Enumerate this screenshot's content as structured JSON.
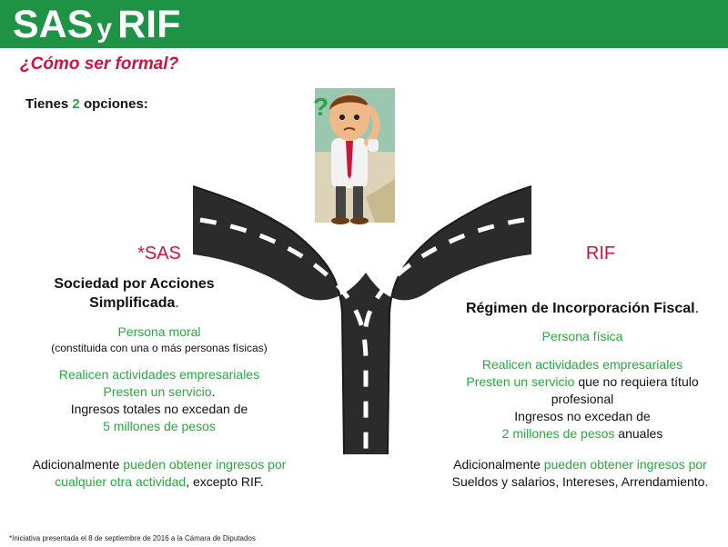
{
  "header": {
    "title_main": "SAS",
    "title_connector": "y",
    "title_end": "RIF",
    "subtitle": "¿Cómo ser formal?"
  },
  "intro": {
    "prefix": "Tienes",
    "number": "2",
    "suffix": "opciones:"
  },
  "left": {
    "heading": "*SAS",
    "name_line1": "Sociedad por Acciones",
    "name_line2": "Simplificada",
    "name_period": ".",
    "type": "Persona moral",
    "type_note": "(constituida con una o más personas físicas)",
    "req1": "Realicen actividades empresariales",
    "req2": "Presten un servicio",
    "req2_period": ".",
    "req3": "Ingresos totales no excedan de",
    "req4": "5 millones de pesos",
    "extra_prefix": "Adicionalmente",
    "extra_green1": "pueden obtener ingresos por",
    "extra_green2": "cualquier otra actividad",
    "extra_suffix": ", excepto RIF."
  },
  "right": {
    "heading": "RIF",
    "name": "Régimen de Incorporación Fiscal",
    "name_period": ".",
    "type": "Persona física",
    "req1": "Realicen actividades empresariales",
    "req2_green": "Presten un servicio",
    "req2_rest": "que no requiera título",
    "req2_cont": "profesional",
    "req3": "Ingresos no excedan de",
    "req4_green": "2 millones de pesos",
    "req4_rest": "anuales",
    "extra_prefix": "Adicionalmente",
    "extra_green": "pueden obtener ingresos por",
    "extra_line2": "Sueldos y salarios, Intereses, Arrendamiento."
  },
  "footnote": "*Iniciativa presentada el 8 de septiembre de 2016 a la Cámara de Diputados",
  "illustration": {
    "icons": [
      "forked-road-icon",
      "confused-businessman-icon",
      "question-mark-icon"
    ]
  },
  "colors": {
    "header_green": "#1e9245",
    "accent_red": "#c8163f",
    "text_green": "#2aa542",
    "road_dark": "#2b2b2b"
  }
}
